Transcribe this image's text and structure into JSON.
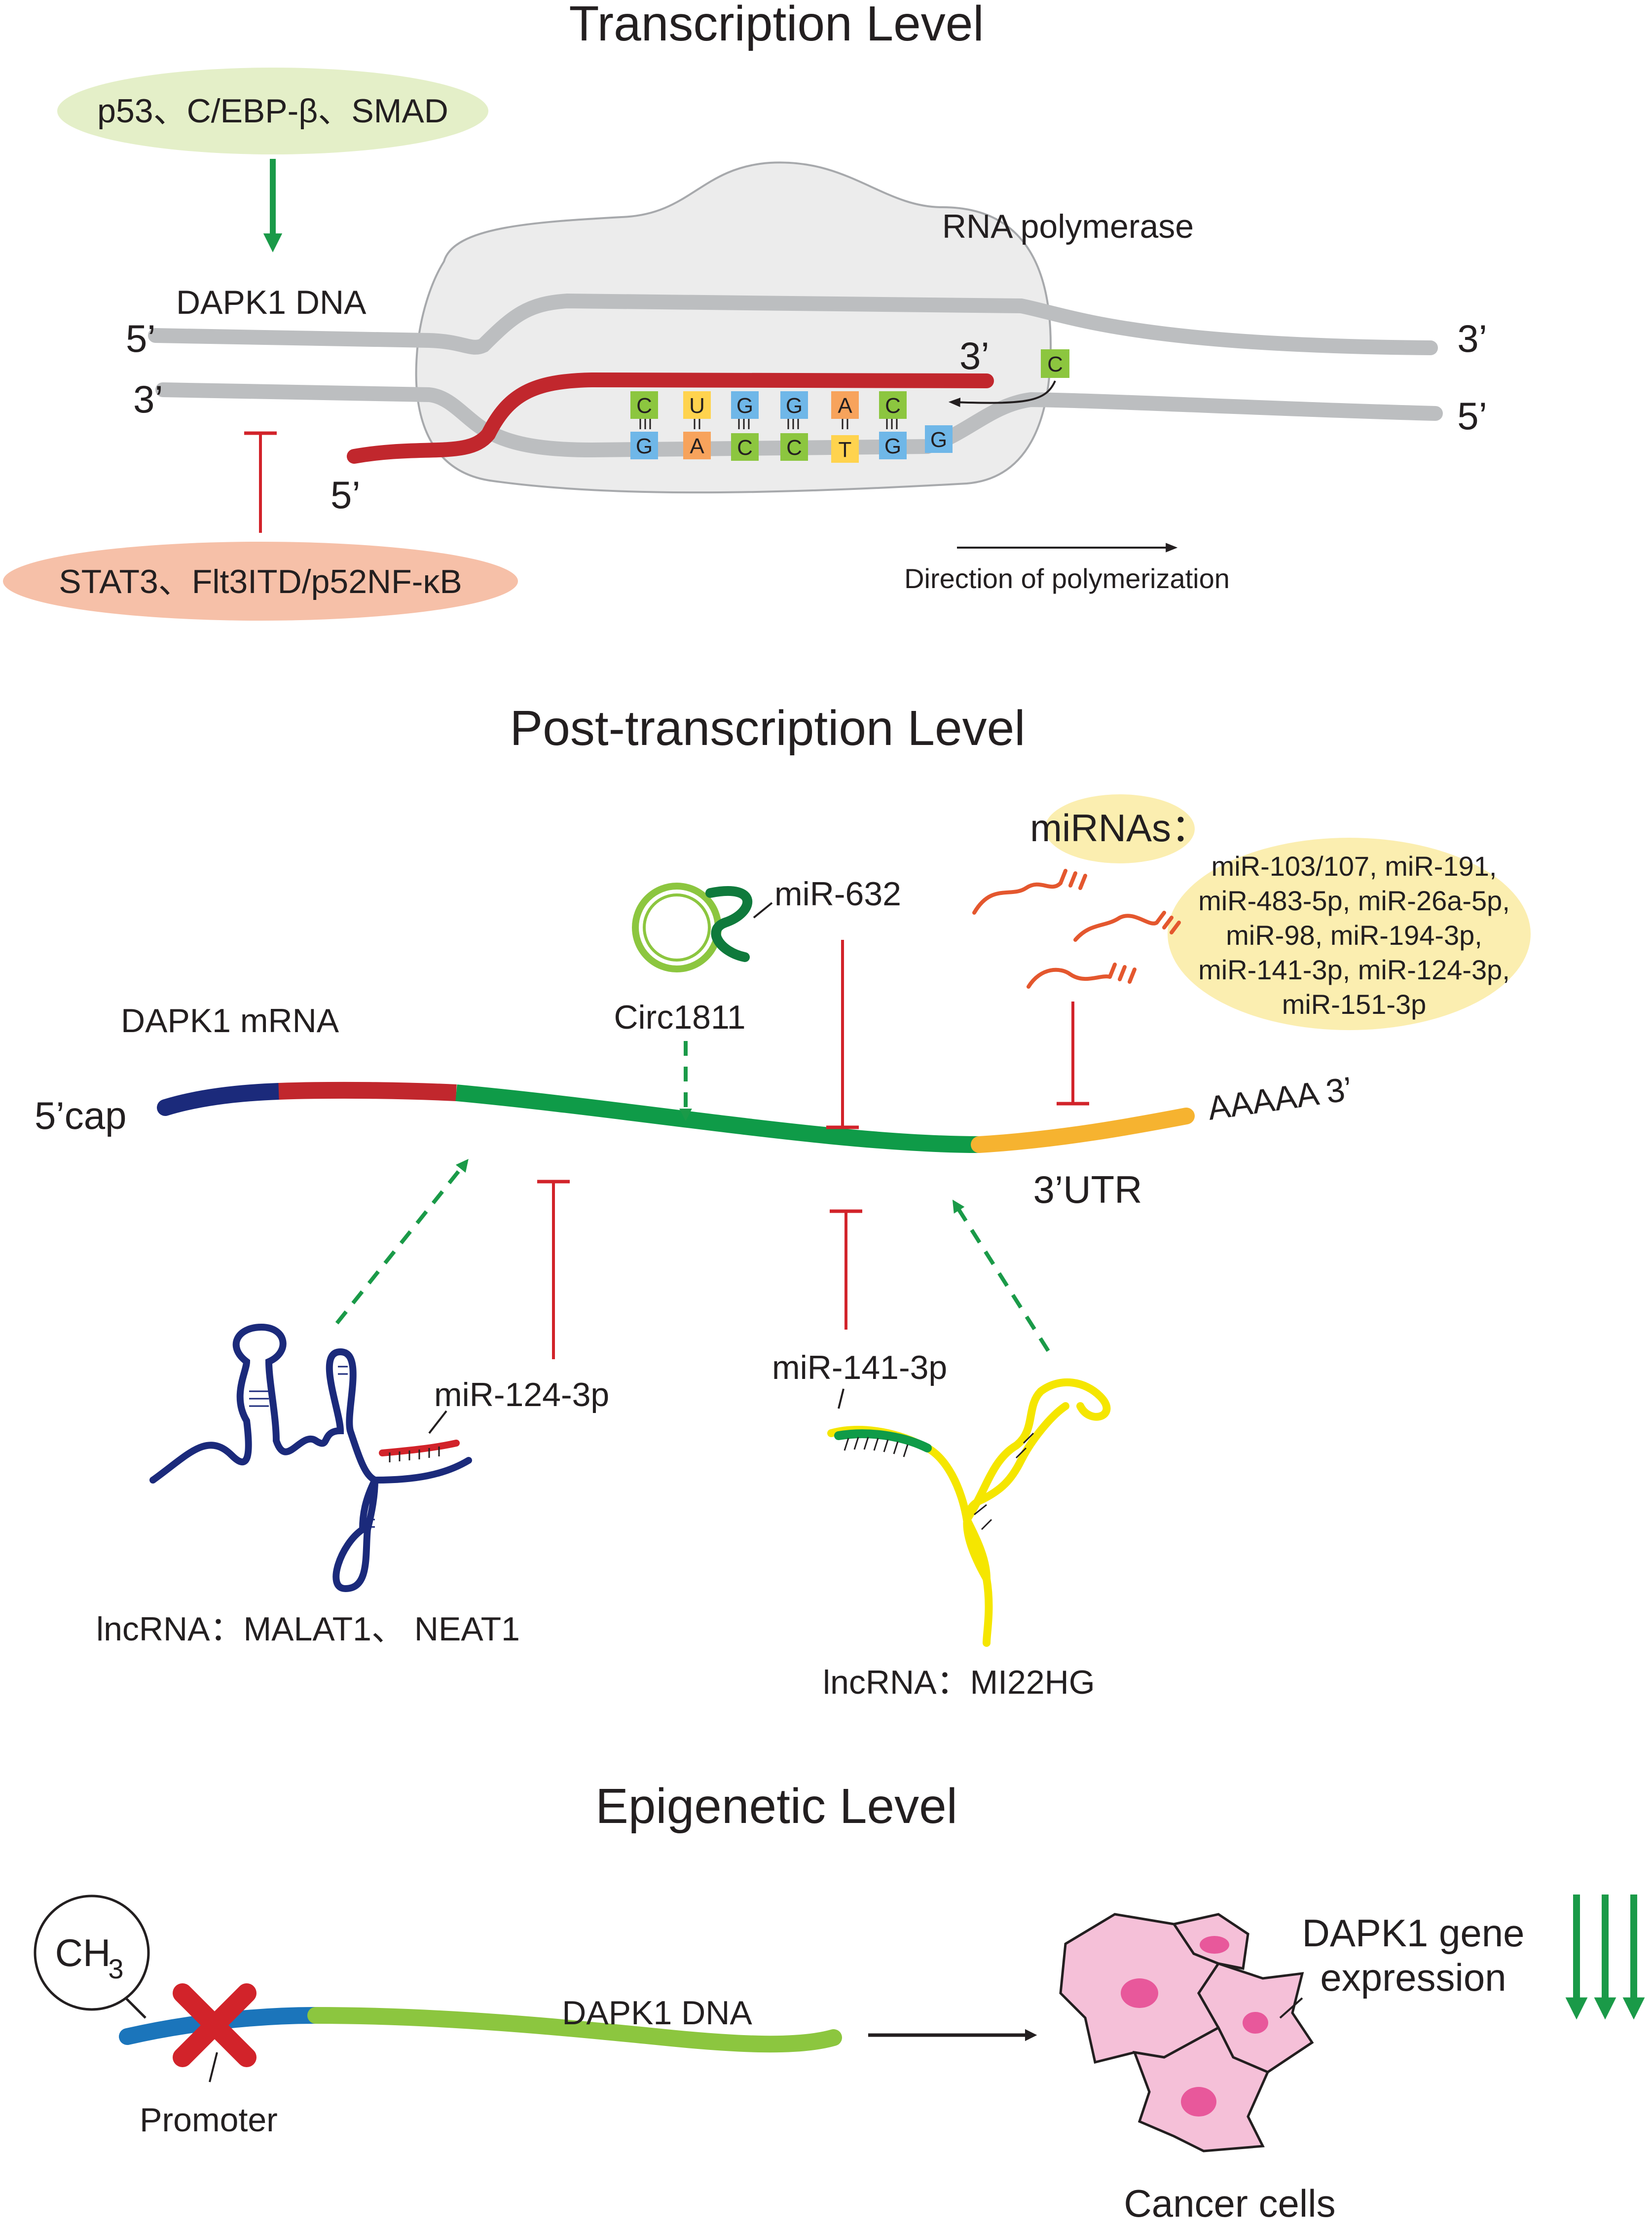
{
  "sections": {
    "transcription": {
      "title": "Transcription Level",
      "activators": "p53、C/EBP-β、SMAD",
      "inhibitors": "STAT3、Flt3ITD/p52NF-κB",
      "dna_label": "DAPK1 DNA",
      "polymerase_label": "RNA polymerase",
      "direction_label": "Direction of polymerization",
      "end_5_top": "5’",
      "end_3_top_right": "3’",
      "end_3_bottom_left": "3’",
      "end_5_bottom_right": "5’",
      "rna_3_end": "3’",
      "rna_5_end": "5’",
      "incoming_nt": "C",
      "rna_bases": [
        "C",
        "U",
        "G",
        "G",
        "A",
        "C"
      ],
      "template_bases": [
        "G",
        "A",
        "C",
        "C",
        "T",
        "G",
        "G"
      ]
    },
    "post_transcription": {
      "title": "Post-transcription Level",
      "mrna_label": "DAPK1 mRNA",
      "cap_label": "5’cap",
      "polyA_label": "AAAAA 3’",
      "utr_label": "3’UTR",
      "circ_label": "Circ1811",
      "circ_mir_label": "miR-632",
      "mirnas_title": "miRNAs：",
      "mirnas_lines": [
        "miR-103/107, miR-191,",
        "miR-483-5p, miR-26a-5p,",
        "miR-98, miR-194-3p,",
        "miR-141-3p, miR-124-3p,",
        "miR-151-3p"
      ],
      "lnc_left_mir": "miR-124-3p",
      "lnc_left_label": "lncRNA：MALAT1、 NEAT1",
      "lnc_right_mir": "miR-141-3p",
      "lnc_right_label": "lncRNA：MI22HG"
    },
    "epigenetic": {
      "title": "Epigenetic Level",
      "methyl_label": "CH",
      "methyl_sub": "3",
      "promoter_label": "Promoter",
      "dna_label": "DAPK1 DNA",
      "expression_line1": "DAPK1 gene",
      "expression_line2": "expression",
      "cancer_label": "Cancer cells"
    }
  },
  "colors": {
    "activation": "#1a9a48",
    "inhibition": "#d2232a",
    "dna_strand": "#bcbec0",
    "rna": "#c1272d",
    "mrna_navy": "#1b2a7b",
    "mrna_red": "#c1272d",
    "mrna_green": "#0f9b48",
    "mrna_utr": "#f6b330",
    "activator_oval": "#e4efc8",
    "inhibitor_oval": "#f6c0a8",
    "mirna_bubble": "#fbeeb0",
    "promoter_blue": "#1b75bb",
    "dna_lime": "#8cc63f",
    "cell_pink": "#f5c0d8",
    "nucleus": "#e8589b"
  }
}
